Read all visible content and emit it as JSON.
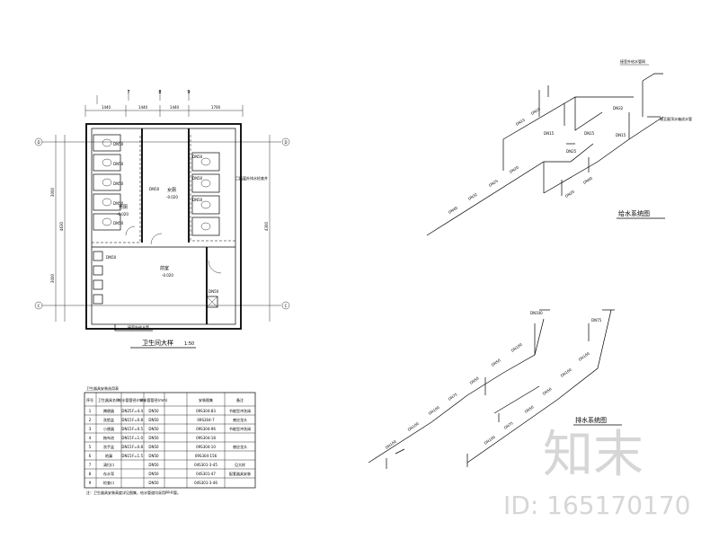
{
  "plan": {
    "title": "卫生间大样",
    "scale": "1:50",
    "top_dims": [
      "1440",
      "1440",
      "1440",
      "1700"
    ],
    "left_dims": [
      "4630",
      "3000"
    ],
    "right_dim": "4300",
    "col_axes": [
      "7",
      "8",
      "9"
    ],
    "row_axes": [
      "D",
      "C"
    ],
    "room_labels": [
      "男厕",
      "女厕",
      "前室"
    ],
    "elev_labels": [
      "-0.020",
      "-0.020",
      "-0.020"
    ],
    "callouts": [
      "DN50",
      "DN50",
      "DN50",
      "DN50",
      "DN50",
      "DN50",
      "DN50",
      "DN50",
      "DN50",
      "DN50",
      "DN50"
    ],
    "note_right": "接室外排水检查井",
    "note_bottom": "接室外给水管"
  },
  "table": {
    "title": "卫生器具安装选用表",
    "headers": [
      "序号",
      "卫生器具名称",
      "给水管管径(mm)",
      "排水管管径(mm)",
      "安装图集",
      "备注"
    ],
    "rows": [
      [
        "1",
        "蹲便器",
        "DN25",
        "F=4.4",
        "DN50",
        "09S304-83",
        "节能型冲洗阀"
      ],
      [
        "2",
        "洗脸盆",
        "DN15",
        "F=0.8",
        "DN50",
        "09S304-7",
        "感应龙头"
      ],
      [
        "3",
        "小便器",
        "DN15",
        "F=0.5",
        "DN50",
        "09S304-96",
        "节能型冲洗阀"
      ],
      [
        "4",
        "拖布池",
        "DN15",
        "F=1.0",
        "DN50",
        "09S304-18",
        ""
      ],
      [
        "5",
        "洗手盆",
        "DN15",
        "F=0.8",
        "DN50",
        "09S304-10",
        "感应龙头"
      ],
      [
        "6",
        "地漏",
        "DN15",
        "F=1.5",
        "DN50",
        "09S304-156",
        ""
      ],
      [
        "7",
        "清扫口",
        "",
        "",
        "DN50",
        "04S301-3-45",
        "见大样"
      ],
      [
        "8",
        "存水弯",
        "",
        "",
        "DN50",
        "04S301-47",
        "配套器具安装"
      ],
      [
        "9",
        "检查口",
        "",
        "",
        "DN50",
        "04S301-3-46",
        ""
      ]
    ],
    "note": "注：卫生器具安装高度详见图集，给水管道均采用PP-R管。"
  },
  "supply_system": {
    "title": "给水系统图",
    "labels": [
      "DN40",
      "DN32",
      "DN25",
      "DN20",
      "DN15",
      "DN15",
      "DN15",
      "DN25",
      "DN32",
      "DN15",
      "DN15",
      "DN20",
      "DN40"
    ],
    "top_note": "接室外给水管网",
    "side_note": "接至屋顶水箱进水管"
  },
  "drain_system": {
    "title": "排水系统图",
    "labels": [
      "DN100",
      "DN100",
      "DN100",
      "DN75",
      "DN50",
      "DN50",
      "DN100",
      "DN100",
      "DN75",
      "DN50",
      "DN50",
      "DN100",
      "DN100",
      "DN100",
      "DN75"
    ]
  },
  "watermark": {
    "brand": "知末",
    "id_text": "ID: 165170170"
  }
}
